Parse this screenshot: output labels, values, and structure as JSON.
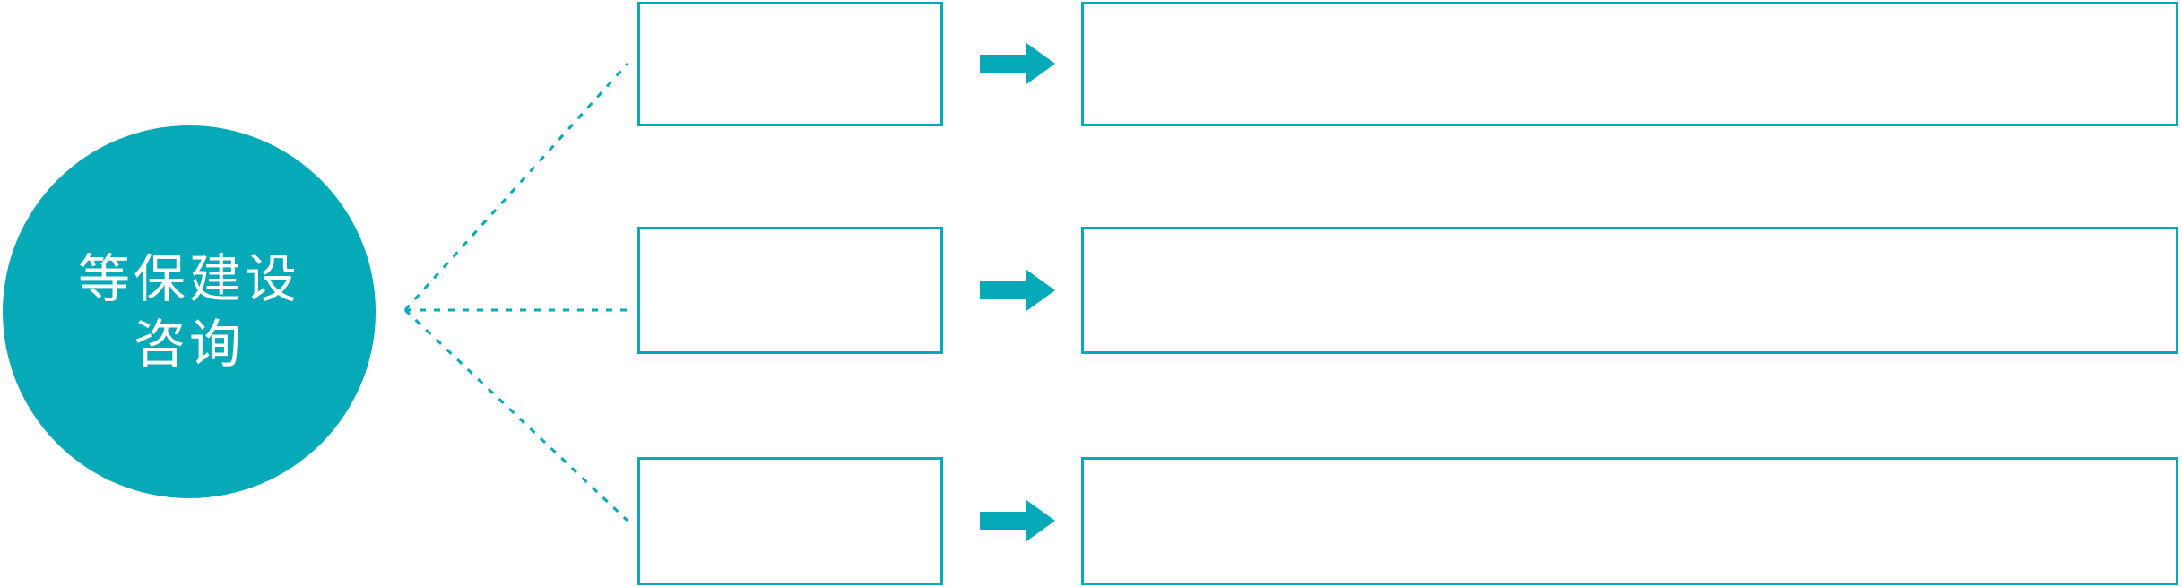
{
  "diagram": {
    "title": "等保建设咨询",
    "accent_color": "#05A9B7",
    "background_color": "#FFFFFF",
    "hub_text_color": "#FFFFFF",
    "connector_style": "dotted",
    "layout": "hub-and-spoke, three branches, each small box arrows into a wide box"
  },
  "hub": {
    "label_line1": "等保建设",
    "label_line2": "咨询"
  },
  "rows": [
    {
      "stage_label": "",
      "detail_label": "",
      "arrow_icon": "arrow-right-icon"
    },
    {
      "stage_label": "",
      "detail_label": "",
      "arrow_icon": "arrow-right-icon"
    },
    {
      "stage_label": "",
      "detail_label": "",
      "arrow_icon": "arrow-right-icon"
    }
  ]
}
